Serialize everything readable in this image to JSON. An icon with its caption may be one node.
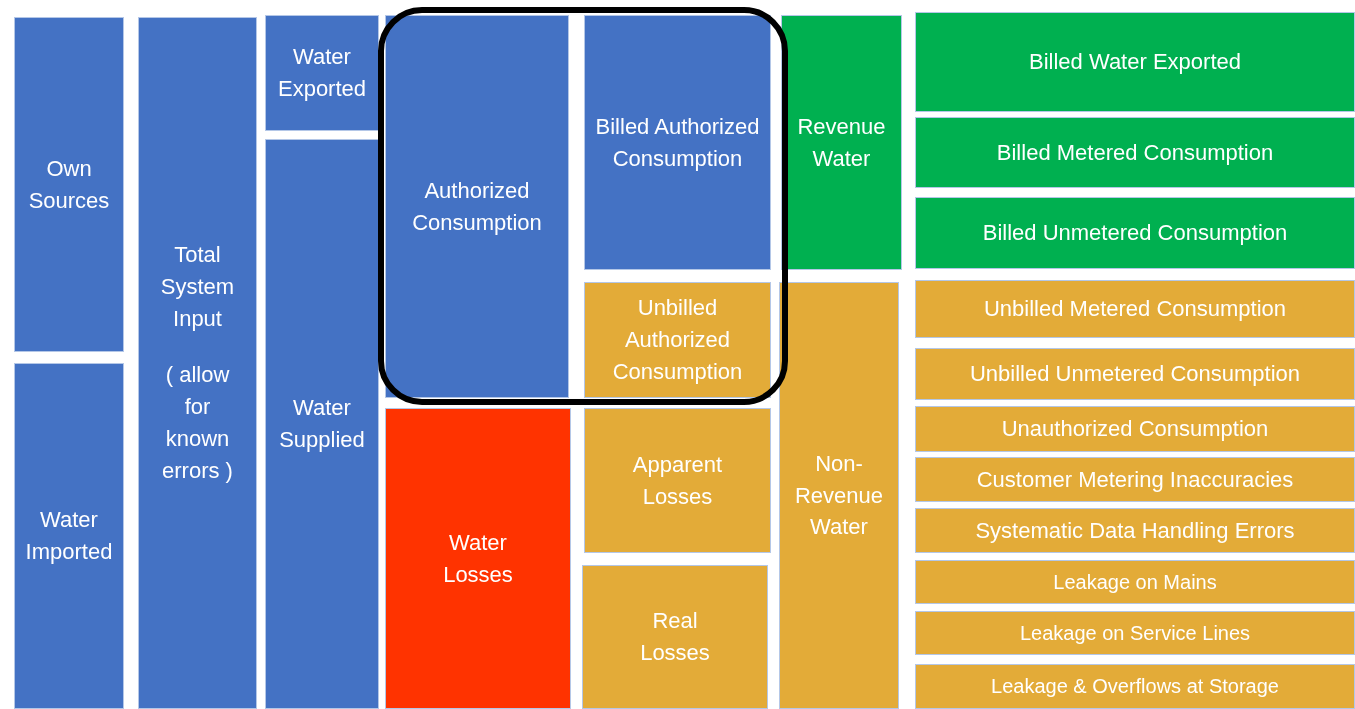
{
  "diagram": {
    "nodes": [
      {
        "text": [
          "Own Sources"
        ]
      },
      {
        "text": [
          "Water Imported"
        ]
      },
      {
        "text": [
          "Total System Input",
          "( allow for known errors )"
        ]
      },
      {
        "text": [
          "Water Exported"
        ]
      },
      {
        "text": [
          "Water Supplied"
        ]
      },
      {
        "text": [
          "Authorized Consumption"
        ]
      },
      {
        "text": [
          "Water Losses"
        ]
      },
      {
        "text": [
          "Billed Authorized Consumption"
        ]
      },
      {
        "text": [
          "Unbilled Authorized Consumption"
        ]
      },
      {
        "text": [
          "Apparent Losses"
        ]
      },
      {
        "text": [
          "Real Losses"
        ]
      },
      {
        "text": [
          "Revenue Water"
        ]
      },
      {
        "text": [
          "Non-Revenue Water"
        ]
      },
      {
        "text": [
          "Billed Water Exported"
        ]
      },
      {
        "text": [
          "Billed Metered Consumption"
        ]
      },
      {
        "text": [
          "Billed Unmetered Consumption"
        ]
      },
      {
        "text": [
          "Unbilled Metered Consumption"
        ]
      },
      {
        "text": [
          "Unbilled Unmetered Consumption"
        ]
      },
      {
        "text": [
          "Unauthorized Consumption"
        ]
      },
      {
        "text": [
          "Customer Metering Inaccuracies"
        ]
      },
      {
        "text": [
          "Systematic Data Handling Errors"
        ]
      },
      {
        "text": [
          "Leakage on Mains"
        ]
      },
      {
        "text": [
          "Leakage on Service Lines"
        ]
      },
      {
        "text": [
          "Leakage & Overflows at Storage"
        ]
      }
    ]
  }
}
